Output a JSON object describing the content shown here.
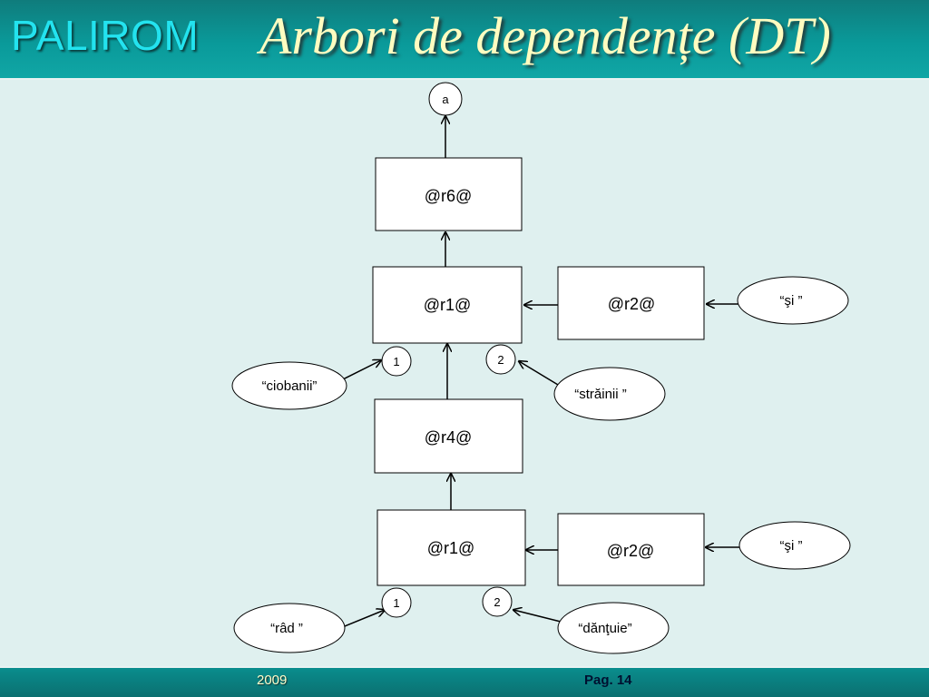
{
  "header": {
    "brand": "PALIROM",
    "title": "Arbori de dependențe (DT)"
  },
  "footer": {
    "year": "2009",
    "page": "Pag. 14"
  },
  "diagram": {
    "root": "a",
    "boxes": {
      "r6": "@r6@",
      "r1_top": "@r1@",
      "r2_top": "@r2@",
      "r4": "@r4@",
      "r1_bot": "@r1@",
      "r2_bot": "@r2@"
    },
    "ports": {
      "p1_top": "1",
      "p2_top": "2",
      "p1_bot": "1",
      "p2_bot": "2"
    },
    "words": {
      "si_top": "“şi ”",
      "ciobanii": "“ciobanii”",
      "strainii": "“străinii ”",
      "si_bot": "“şi ”",
      "rad": "“râd ”",
      "dantuie": "“dănţuie”"
    }
  }
}
